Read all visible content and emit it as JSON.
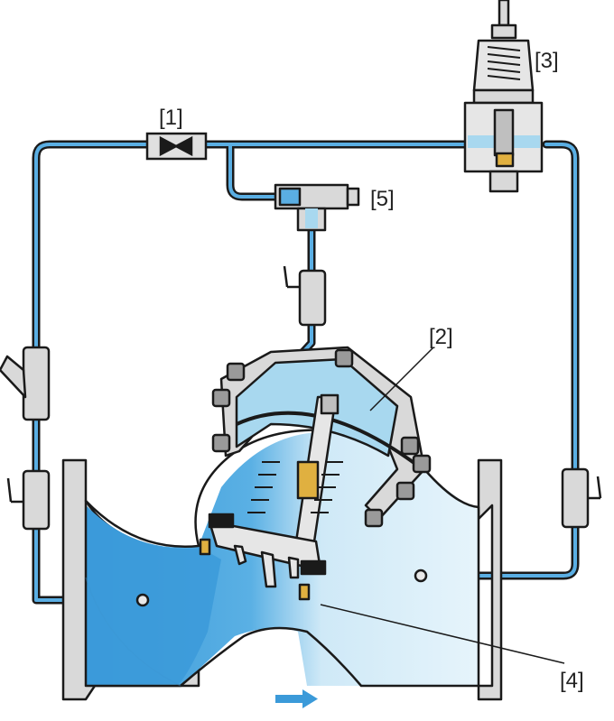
{
  "labels": {
    "needle_valve": "[1]",
    "control_chamber": "[2]",
    "pilot_valve": "[3]",
    "valve_seat": "[4]",
    "speed_control": "[5]"
  },
  "flow_direction": "right",
  "colors": {
    "line": "#1a1a1a",
    "water_inlet": "#3b9ad9",
    "water_light": "#a8d8ef",
    "water_pale": "#e3f3fb",
    "metal": "#d9d9d9",
    "pipe_fill": "#5aaee3",
    "accent_yellow": "#e0b040",
    "arrow": "#3b9ad9"
  }
}
